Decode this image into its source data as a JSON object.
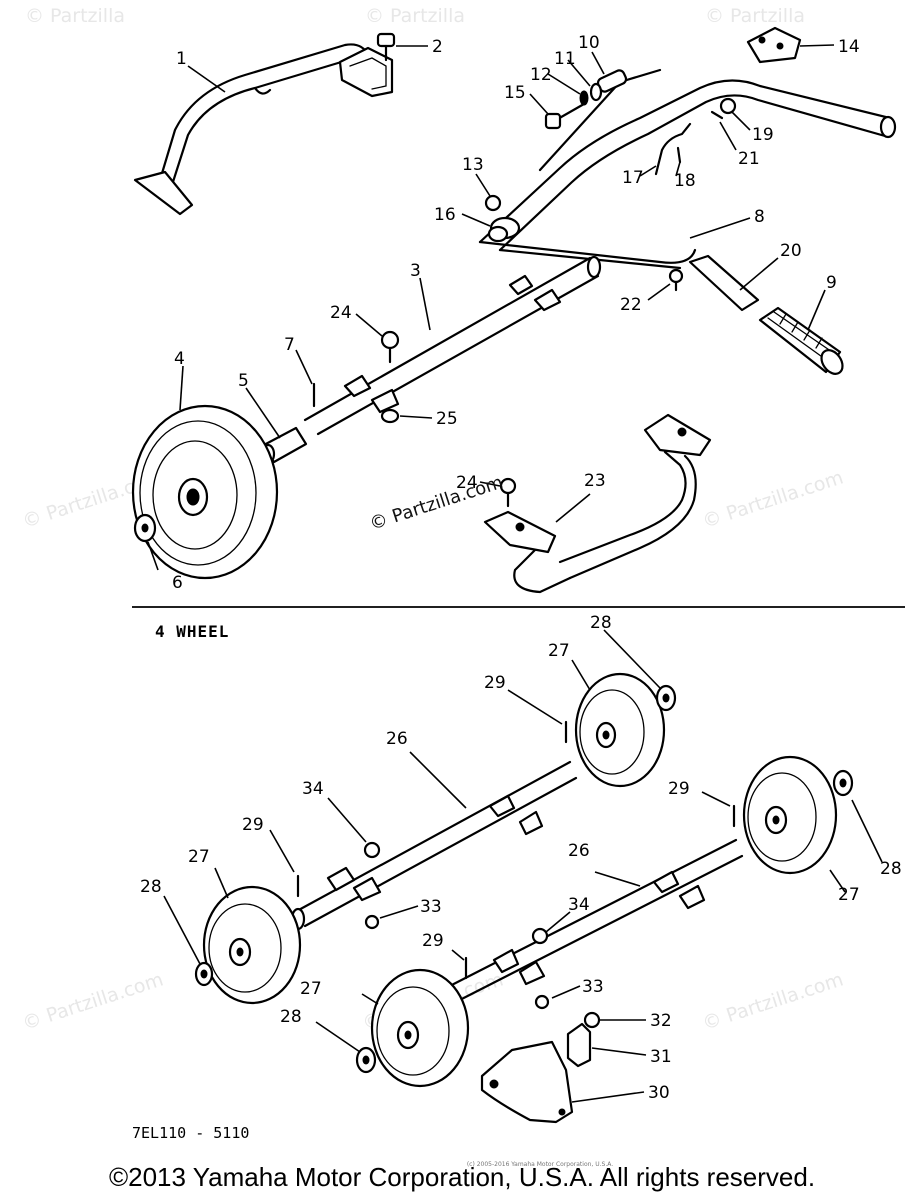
{
  "watermarks": {
    "partzilla": "© Partzilla.com",
    "partzilla_short": "© Partzilla",
    "center": "© Partzilla.com"
  },
  "section_label": "4 WHEEL",
  "diagram_code": "7EL110 - 5110",
  "tiny_notice": "(c) 2005-2016 Yamaha Motor Corporation, U.S.A.",
  "copyright": "©2013 Yamaha Motor Corporation, U.S.A. All rights reserved.",
  "callouts": [
    "1",
    "2",
    "3",
    "4",
    "5",
    "6",
    "7",
    "8",
    "9",
    "10",
    "11",
    "12",
    "13",
    "14",
    "15",
    "16",
    "17",
    "18",
    "19",
    "20",
    "21",
    "22",
    "23",
    "24",
    "24",
    "25",
    "26",
    "26",
    "27",
    "27",
    "27",
    "27",
    "28",
    "28",
    "28",
    "28",
    "29",
    "29",
    "29",
    "29",
    "30",
    "31",
    "32",
    "33",
    "33",
    "34",
    "34"
  ]
}
